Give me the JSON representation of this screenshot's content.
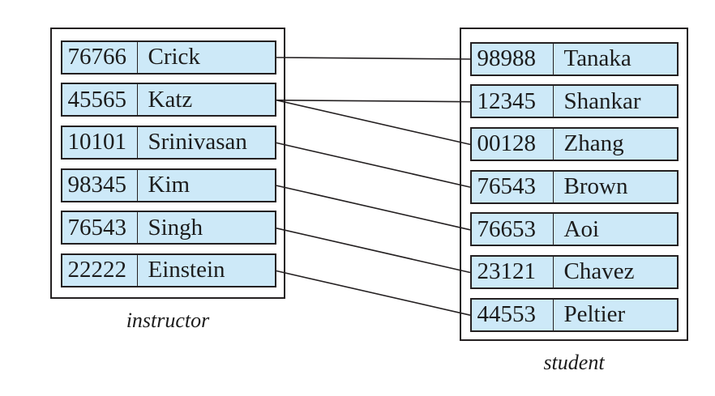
{
  "figure": {
    "background": "#ffffff",
    "row_fill": "#cde9f8",
    "line_color": "#242021",
    "text_color": "#1c1c1c"
  },
  "tables": [
    {
      "name": "instructor",
      "label": "instructor",
      "rows": [
        {
          "id": "76766",
          "name": "Crick"
        },
        {
          "id": "45565",
          "name": "Katz"
        },
        {
          "id": "10101",
          "name": "Srinivasan"
        },
        {
          "id": "98345",
          "name": "Kim"
        },
        {
          "id": "76543",
          "name": "Singh"
        },
        {
          "id": "22222",
          "name": "Einstein"
        }
      ]
    },
    {
      "name": "student",
      "label": "student",
      "rows": [
        {
          "id": "98988",
          "name": "Tanaka"
        },
        {
          "id": "12345",
          "name": "Shankar"
        },
        {
          "id": "00128",
          "name": "Zhang"
        },
        {
          "id": "76543",
          "name": "Brown"
        },
        {
          "id": "76653",
          "name": "Aoi"
        },
        {
          "id": "23121",
          "name": "Chavez"
        },
        {
          "id": "44553",
          "name": "Peltier"
        }
      ]
    }
  ],
  "connections": [
    {
      "instructor_id": "76766",
      "student_id": "98988"
    },
    {
      "instructor_id": "45565",
      "student_id": "12345"
    },
    {
      "instructor_id": "45565",
      "student_id": "00128"
    },
    {
      "instructor_id": "10101",
      "student_id": "76543"
    },
    {
      "instructor_id": "98345",
      "student_id": "76653"
    },
    {
      "instructor_id": "76543",
      "student_id": "23121"
    },
    {
      "instructor_id": "22222",
      "student_id": "44553"
    }
  ]
}
